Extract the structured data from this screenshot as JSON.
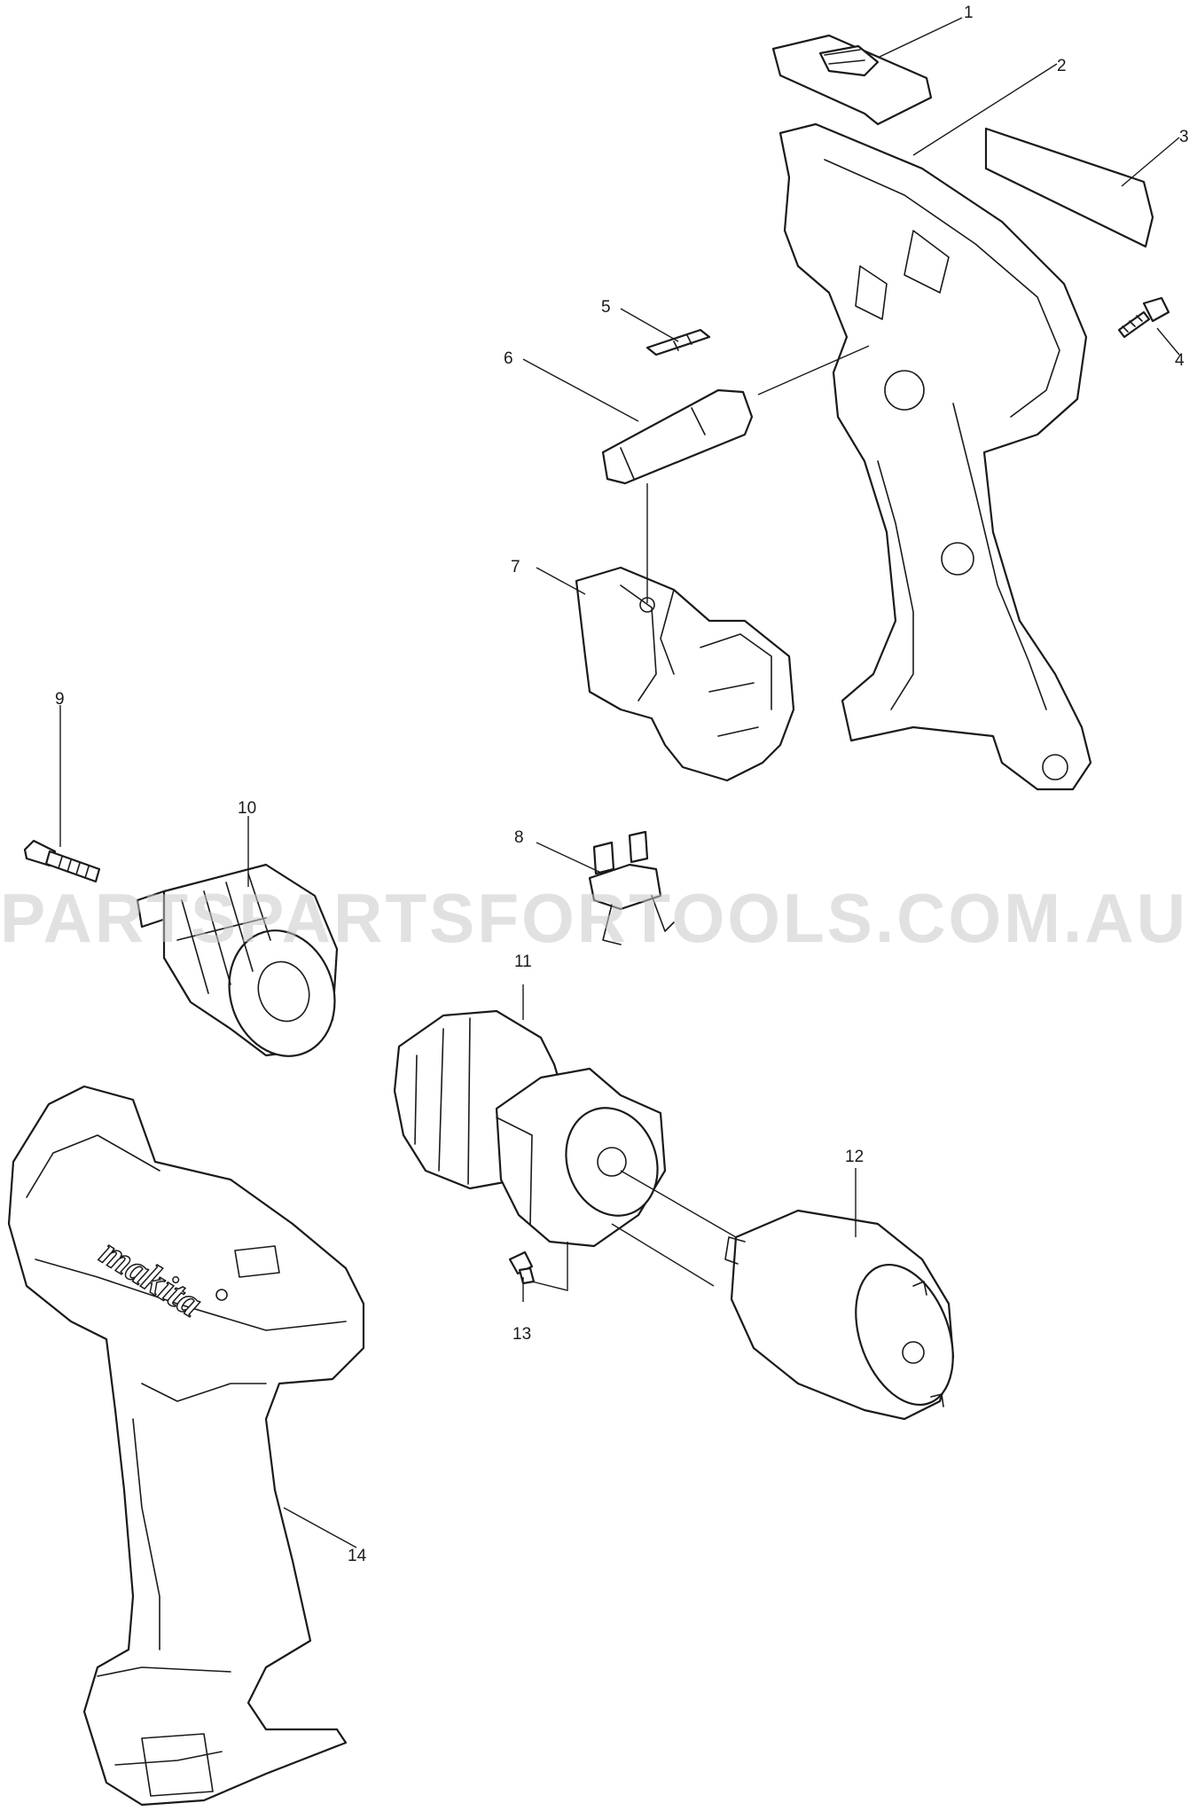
{
  "watermark": "PARTSPARTSFORTOOLS.COM.AU",
  "brand": "makita",
  "parts": [
    {
      "number": "1"
    },
    {
      "number": "2"
    },
    {
      "number": "3"
    },
    {
      "number": "4"
    },
    {
      "number": "5"
    },
    {
      "number": "6"
    },
    {
      "number": "7"
    },
    {
      "number": "8"
    },
    {
      "number": "9"
    },
    {
      "number": "10"
    },
    {
      "number": "11"
    },
    {
      "number": "12"
    },
    {
      "number": "13"
    },
    {
      "number": "14"
    }
  ]
}
